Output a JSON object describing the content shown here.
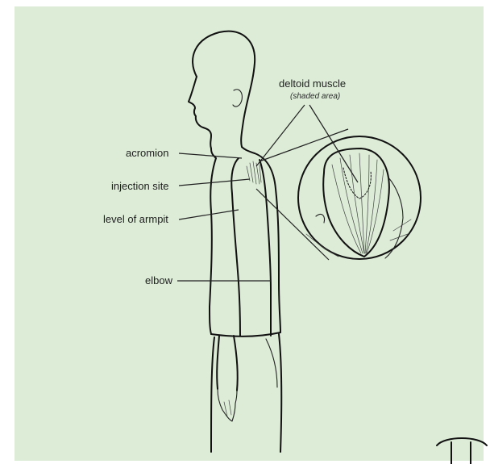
{
  "labels": {
    "deltoid_muscle": "deltoid muscle",
    "shaded_area": "(shaded area)",
    "acromion": "acromion",
    "injection_site": "injection site",
    "level_of_armpit": "level of armpit",
    "elbow": "elbow"
  },
  "colors": {
    "background": "#dcecd7",
    "ink": "#111111"
  }
}
